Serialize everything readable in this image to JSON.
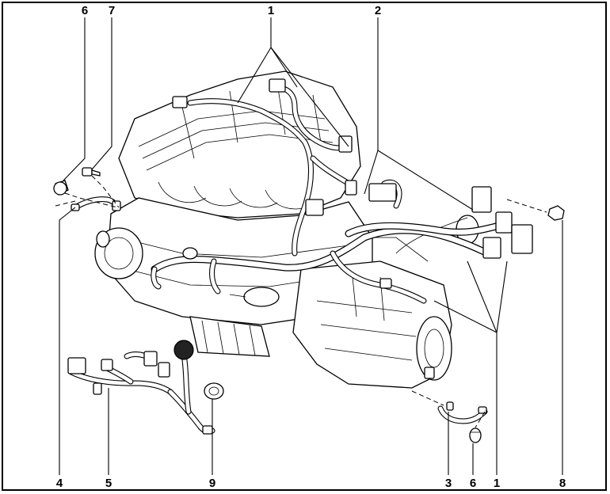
{
  "callouts": {
    "top": [
      "6",
      "7",
      "1",
      "2"
    ],
    "bottom": [
      "4",
      "5",
      "9",
      "3",
      "6",
      "1",
      "8"
    ]
  }
}
